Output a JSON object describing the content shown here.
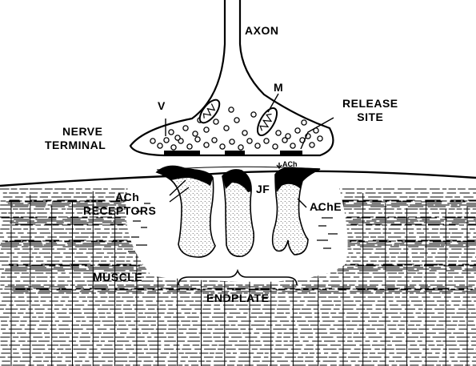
{
  "labels": {
    "axon": "AXON",
    "mitochondrion": "M",
    "vesicle": "V",
    "release_site": [
      "RELEASE",
      "SITE"
    ],
    "nerve_terminal": [
      "NERVE",
      "TERMINAL"
    ],
    "ach_release": "ACh",
    "junctional_fold": "JF",
    "ach_receptors": [
      "ACh",
      "RECEPTORS"
    ],
    "ache": "AChE",
    "muscle": "MUSCLE",
    "endplate": "ENDPLATE"
  },
  "colors": {
    "ink": "#000000",
    "paper": "#ffffff"
  }
}
